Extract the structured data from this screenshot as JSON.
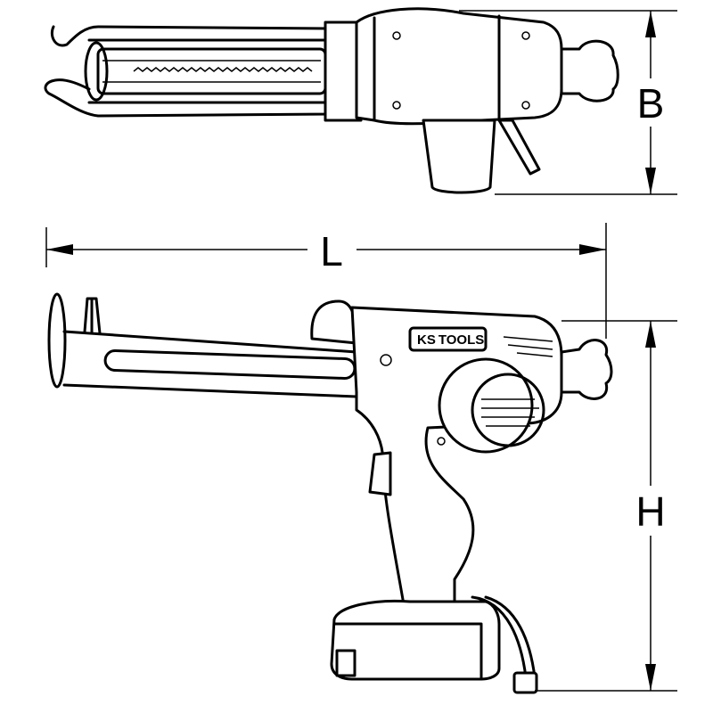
{
  "dimensions": {
    "width_label": "B",
    "length_label": "L",
    "height_label": "H"
  },
  "logo": {
    "text_ks": "KS",
    "text_tools": "TOOLS"
  }
}
